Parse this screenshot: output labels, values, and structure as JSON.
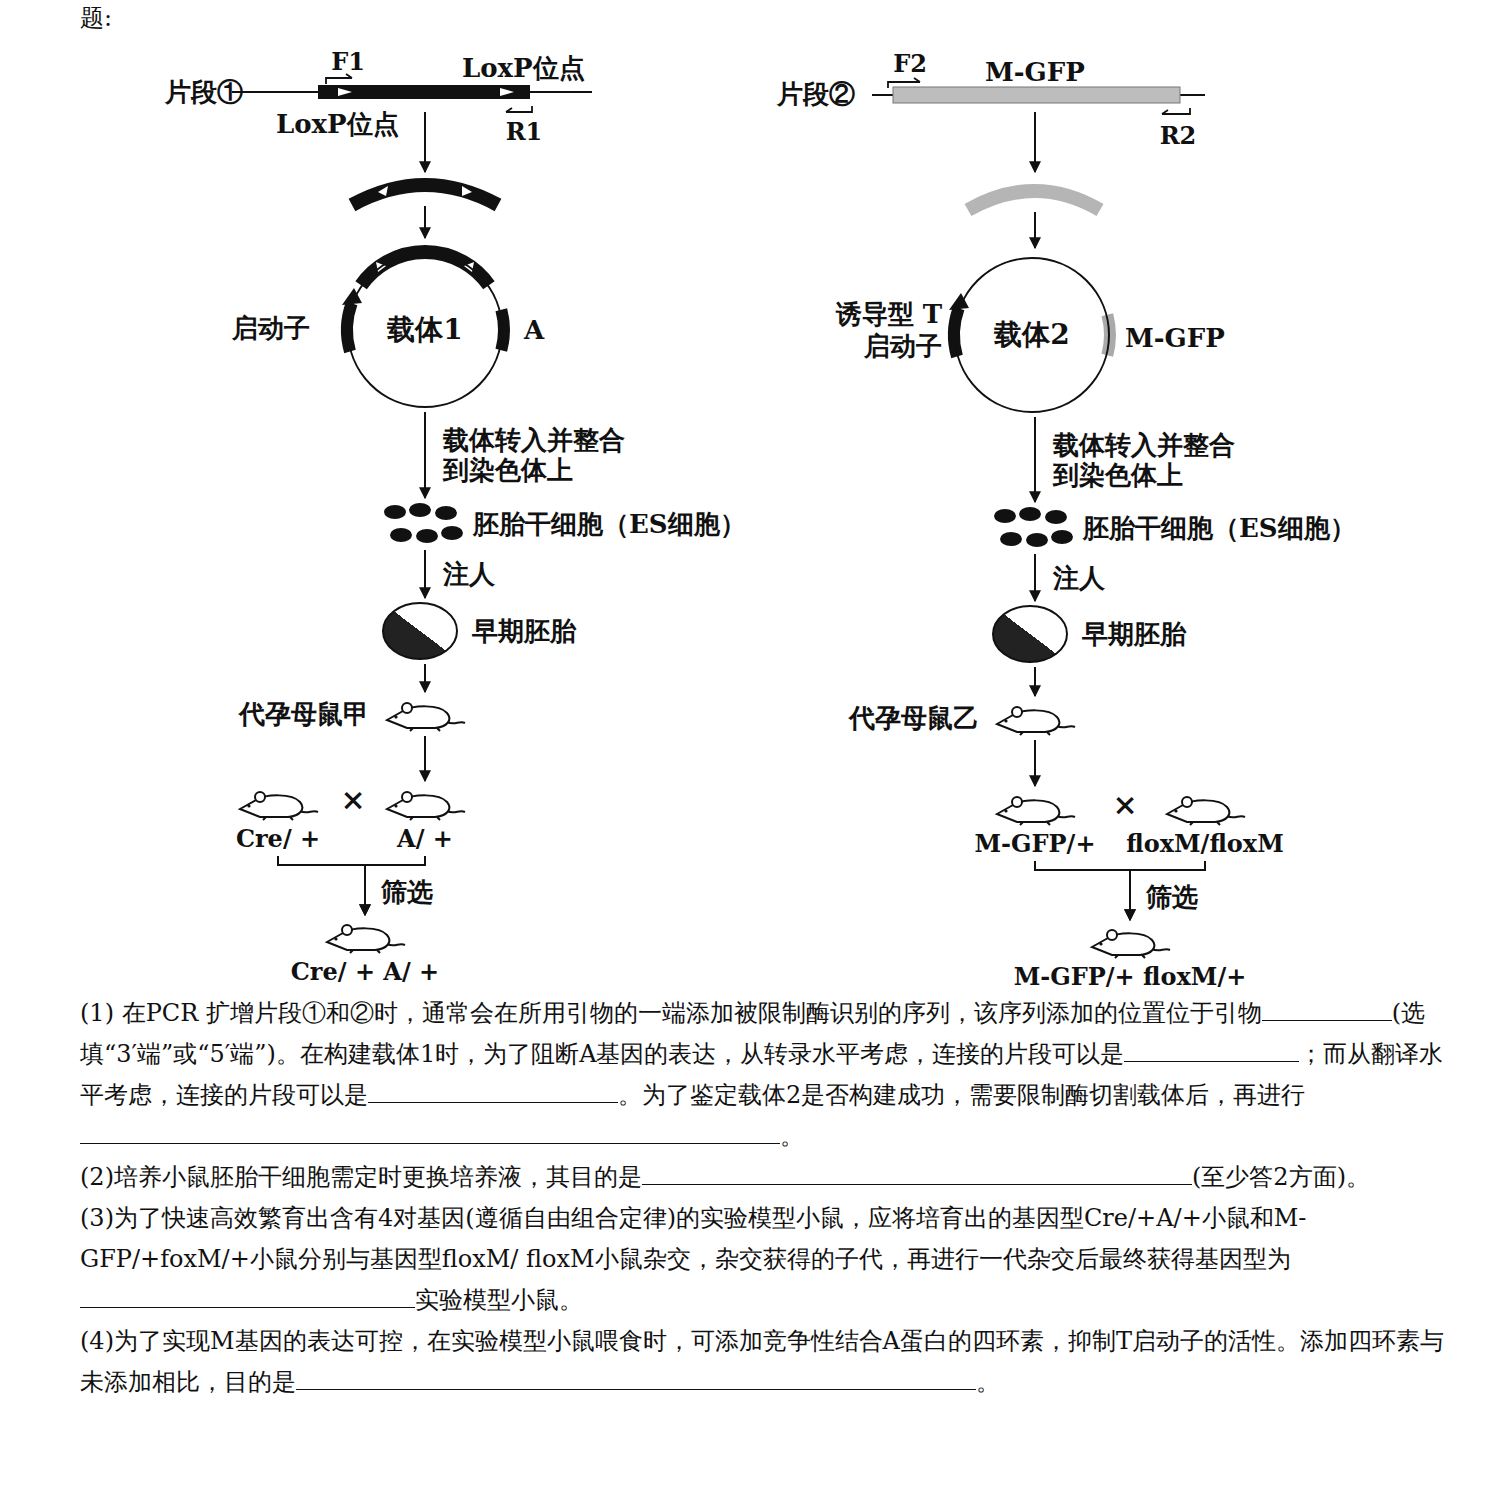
{
  "diagram": {
    "nodes": [
      {
        "text": [
          "载体1"
        ]
      },
      {
        "text": [
          "胚胎干细胞（ES细胞）"
        ]
      },
      {
        "text": [
          "早期胚胎"
        ]
      },
      {
        "text": [
          "代孕母鼠甲"
        ]
      },
      {
        "text": [
          "Cre/ +"
        ]
      },
      {
        "text": [
          "A/ +"
        ]
      },
      {
        "text": [
          "Cre/ + A/ +"
        ]
      },
      {
        "text": [
          "载体2"
        ]
      },
      {
        "text": [
          "胚胎干细胞（ES细胞）"
        ]
      },
      {
        "text": [
          "早期胚胎"
        ]
      },
      {
        "text": [
          "代孕母鼠乙"
        ]
      },
      {
        "text": [
          "M-GFP/+"
        ]
      },
      {
        "text": [
          "floxM/floxM"
        ]
      },
      {
        "text": [
          "M-GFP/+ floxM/+"
        ]
      }
    ],
    "edges": [
      {
        "from": 0,
        "to": 1,
        "arrow": "to",
        "label": "载体转入并整合到染色体上"
      },
      {
        "from": 1,
        "to": 2,
        "arrow": "to",
        "label": "注人"
      },
      {
        "from": 2,
        "to": 3,
        "arrow": "to"
      },
      {
        "from": 3,
        "to": 5,
        "arrow": "to"
      },
      {
        "from": 4,
        "to": 6,
        "arrow": "to",
        "label": "筛选"
      },
      {
        "from": 5,
        "to": 6,
        "arrow": "to"
      },
      {
        "from": 7,
        "to": 8,
        "arrow": "to",
        "label": "载体转入并整合到染色体上"
      },
      {
        "from": 8,
        "to": 9,
        "arrow": "to",
        "label": "注人"
      },
      {
        "from": 9,
        "to": 10,
        "arrow": "to"
      },
      {
        "from": 10,
        "to": 11,
        "arrow": "to"
      },
      {
        "from": 11,
        "to": 13,
        "arrow": "to",
        "label": "筛选"
      },
      {
        "from": 12,
        "to": 13,
        "arrow": "to"
      }
    ],
    "labels": [
      "题:",
      "片段①",
      "F1",
      "LoxP位点",
      "LoxP位点",
      "R1",
      "启动子",
      "A",
      "×",
      "片段②",
      "F2",
      "M-GFP",
      "R2",
      "诱导型 T启动子",
      "M-GFP",
      "×",
      "(1) 在PCR 扩增片段①和②时，通常会在所用引物的一端添加被限制酶识别的序列，该序列添加的位置位于引物",
      "(选填“3′端”或“5′端”)。在构建载体1时，为了阻断A基因的表达，从转录水平考虑，连接的片段可以是",
      "；而从翻译水平考虑，连接的片段可以是",
      "。为了鉴定载体2是否构建成功，需要限制酶切割载体后，再进行",
      "。",
      "(2)培养小鼠胚胎干细胞需定时更换培养液，其目的是",
      "(至少答2方面)。",
      "(3)为了快速高效繁育出含有4对基因(遵循自由组合定律)的实验模型小鼠，应将培育出的基因型Cre/+A/+小鼠和M-GFP/+foxM/+小鼠分别与基因型floxM/ floxM小鼠杂交，杂交获得的子代，再进行一代杂交后最终获得基因型为",
      "实验模型小鼠。",
      "(4)为了实现M基因的表达可控，在实验模型小鼠喂食时，可添加竞争性结合A蛋白的四环素，抑制T启动子的活性。添加四环素与未添加相比，目的是",
      "。"
    ]
  }
}
